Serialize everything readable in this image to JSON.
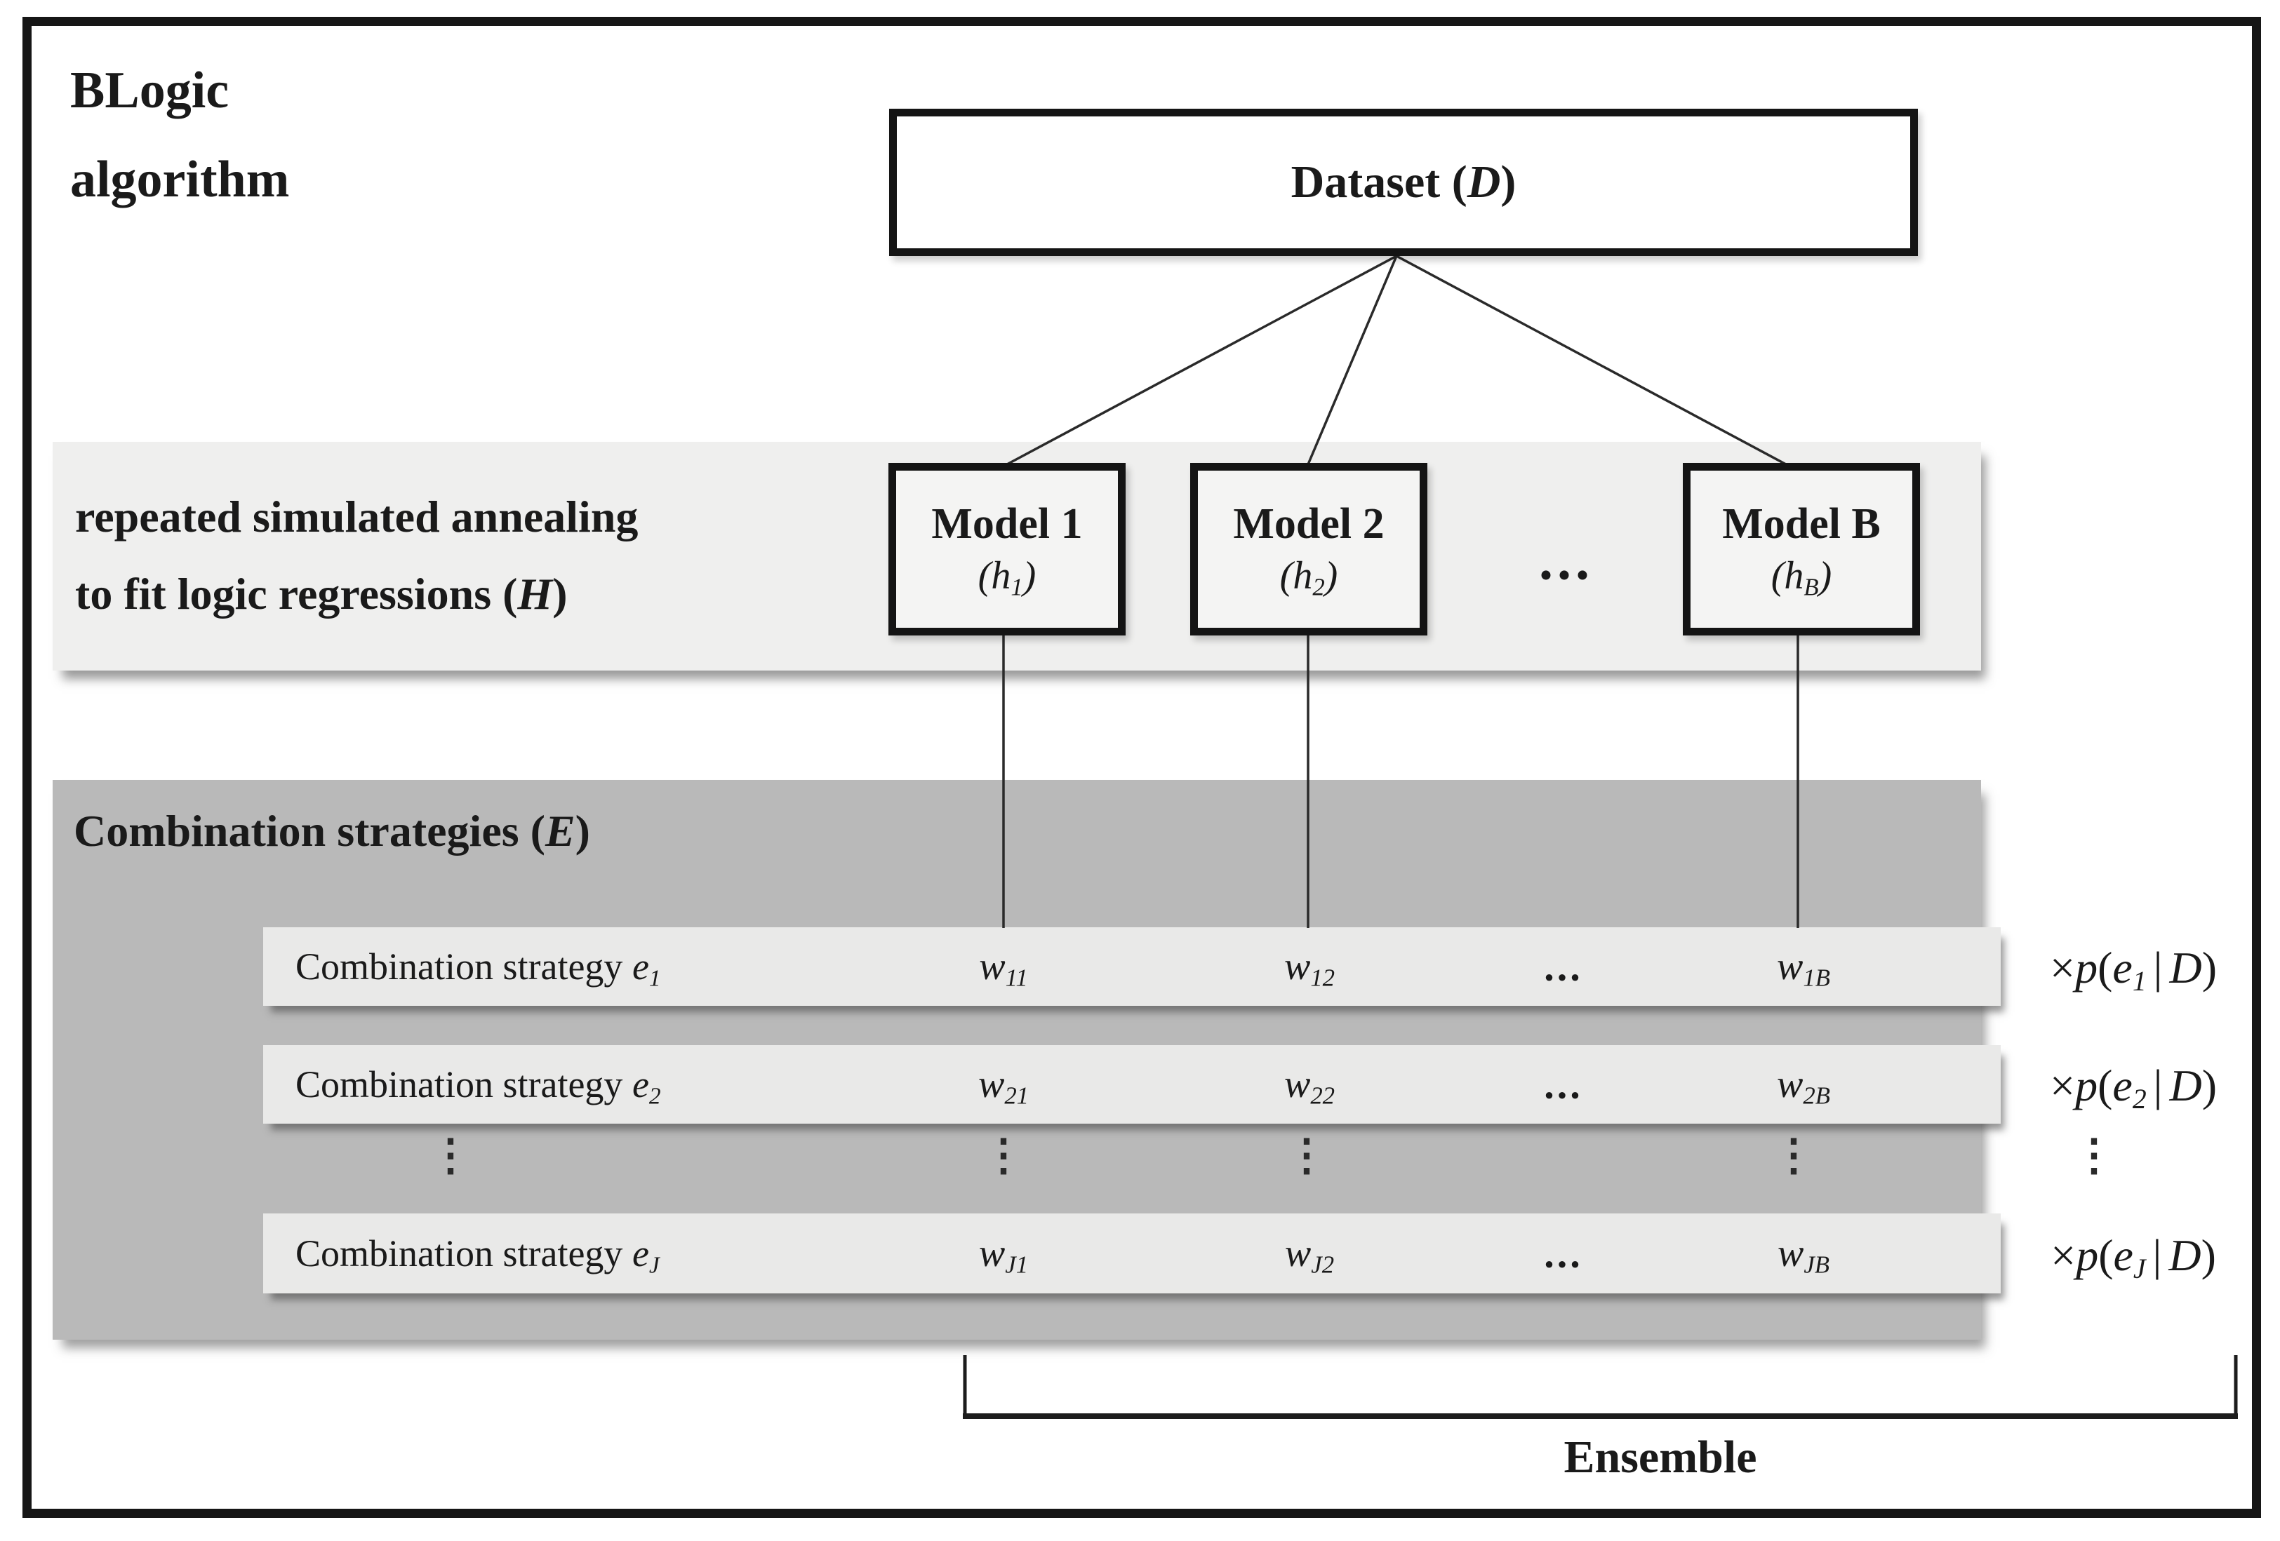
{
  "colors": {
    "background": "#ffffff",
    "frame_border": "#161616",
    "band_light": "#efefee",
    "band_dark": "#b9b9b9",
    "row_stripe": "#e9e9e8",
    "box_border": "#141414",
    "text": "#1a1a1a",
    "connector": "#2a2a2a"
  },
  "title": {
    "line1": "BLogic",
    "line2": "algorithm"
  },
  "dataset": {
    "pre": "Dataset (",
    "var": "D",
    "post": ")"
  },
  "annealing_band": {
    "line1": "repeated simulated annealing",
    "line2_pre": "to fit logic regressions (",
    "var": "H",
    "post": ")"
  },
  "models": [
    {
      "name": "Model 1",
      "open": "(",
      "h": "h",
      "sub": "1",
      "close": ")"
    },
    {
      "name": "Model 2",
      "open": "(",
      "h": "h",
      "sub": "2",
      "close": ")"
    },
    {
      "name": "Model B",
      "open": "(",
      "h": "h",
      "sub": "B",
      "close": ")"
    }
  ],
  "models_dots": "...",
  "combination_band": {
    "pre": "Combination strategies (",
    "var": "E",
    "post": ")"
  },
  "rows": [
    {
      "label_pre": "Combination strategy ",
      "e": "e",
      "e_sub": "1",
      "w1_base": "w",
      "w1_sub": "11",
      "w2_base": "w",
      "w2_sub": "12",
      "dots": "...",
      "wB_base": "w",
      "wB_sub": "1B",
      "xp": {
        "mult": "×",
        "p": "p",
        "open": "(",
        "e": "e",
        "e_sub": "1",
        "bar": "|",
        "d": "D",
        "close": ")"
      }
    },
    {
      "label_pre": "Combination strategy ",
      "e": "e",
      "e_sub": "2",
      "w1_base": "w",
      "w1_sub": "21",
      "w2_base": "w",
      "w2_sub": "22",
      "dots": "...",
      "wB_base": "w",
      "wB_sub": "2B",
      "xp": {
        "mult": "×",
        "p": "p",
        "open": "(",
        "e": "e",
        "e_sub": "2",
        "bar": "|",
        "d": "D",
        "close": ")"
      }
    },
    {
      "label_pre": "Combination strategy ",
      "e": "e",
      "e_sub": "J",
      "w1_base": "w",
      "w1_sub": "J1",
      "w2_base": "w",
      "w2_sub": "J2",
      "dots": "...",
      "wB_base": "w",
      "wB_sub": "JB",
      "xp": {
        "mult": "×",
        "p": "p",
        "open": "(",
        "e": "e",
        "e_sub": "J",
        "bar": "|",
        "d": "D",
        "close": ")"
      }
    }
  ],
  "vdots": "⋮",
  "ensemble": {
    "label": "Ensemble"
  }
}
